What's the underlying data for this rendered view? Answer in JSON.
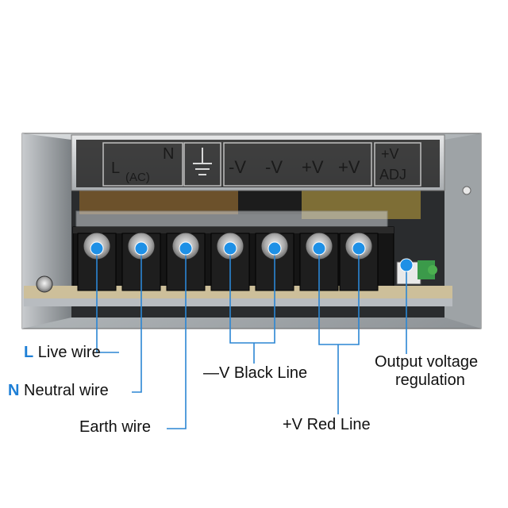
{
  "panel": {
    "ac_label": "(AC)",
    "n_symbol": "N",
    "l_symbol": "L",
    "terminal_marks": [
      "-V",
      "-V",
      "+V",
      "+V"
    ],
    "adj_plus": "+V",
    "adj_label": "ADJ"
  },
  "callouts": {
    "live": {
      "letter": "L",
      "text": "Live wire"
    },
    "neutral": {
      "letter": "N",
      "text": "Neutral wire"
    },
    "earth": {
      "text": "Earth wire"
    },
    "minus_v": {
      "text": "—V Black Line"
    },
    "plus_v": {
      "text": "+V Red Line"
    },
    "adj_line1": "Output voltage",
    "adj_line2": "regulation"
  },
  "colors": {
    "marker": "#1e90e6",
    "guide": "#2b86d4",
    "letter": "#1e7fd6"
  }
}
